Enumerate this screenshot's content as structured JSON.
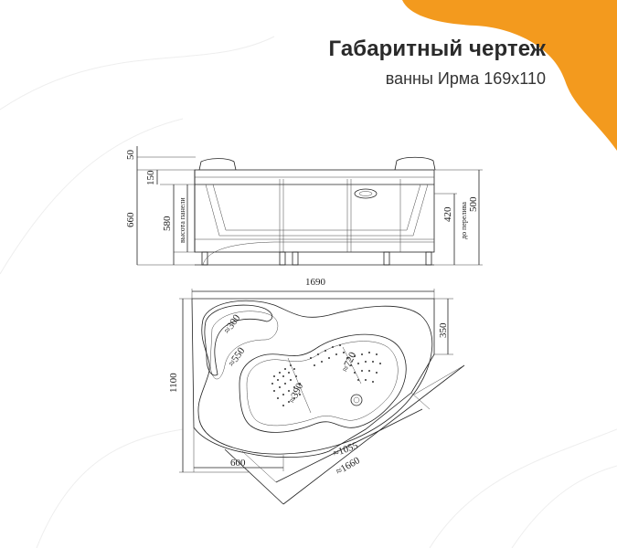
{
  "header": {
    "title": "Габаритный чертеж",
    "subtitle": "ванны Ирма 169х110"
  },
  "colors": {
    "accent": "#f39a1e",
    "line": "#222222",
    "background": "#ffffff"
  },
  "side_view": {
    "dim_50": "50",
    "dim_150": "150",
    "dim_660": "660",
    "dim_580": "580",
    "panel_height_label": "высота панели",
    "dim_420": "420",
    "overflow_label": "до перелива",
    "dim_500": "500"
  },
  "top_view": {
    "dim_1690": "1690",
    "dim_350": "350",
    "dim_1100": "1100",
    "dim_300": "≈300",
    "dim_550": "≈550",
    "dim_720": "≈720",
    "dim_390": "≈390",
    "dim_600": "600",
    "dim_1055": "≈1055",
    "dim_1660": "≈1660"
  }
}
